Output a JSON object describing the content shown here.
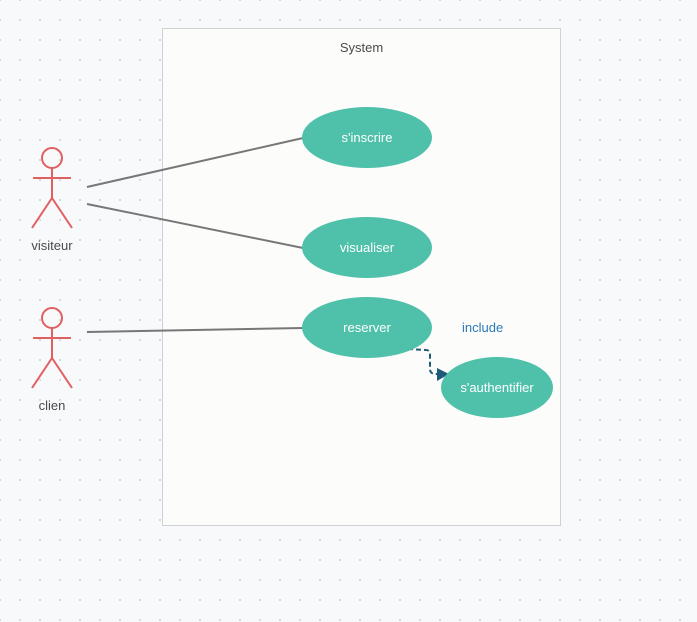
{
  "colors": {
    "usecase_fill": "#4fc1aa",
    "actor_stroke": "#e06060",
    "association_stroke": "#777777",
    "include_stroke": "#1f5a78",
    "include_text": "#2b79b8"
  },
  "system": {
    "title": "System"
  },
  "actors": {
    "visiteur": {
      "label": "visiteur"
    },
    "clien": {
      "label": "clien"
    }
  },
  "usecases": {
    "sinscrire": {
      "label": "s'inscrire"
    },
    "visualiser": {
      "label": "visualiser"
    },
    "reserver": {
      "label": "reserver"
    },
    "sauthentifier": {
      "label": "s'authentifier"
    }
  },
  "relations": {
    "include_label": "include"
  }
}
